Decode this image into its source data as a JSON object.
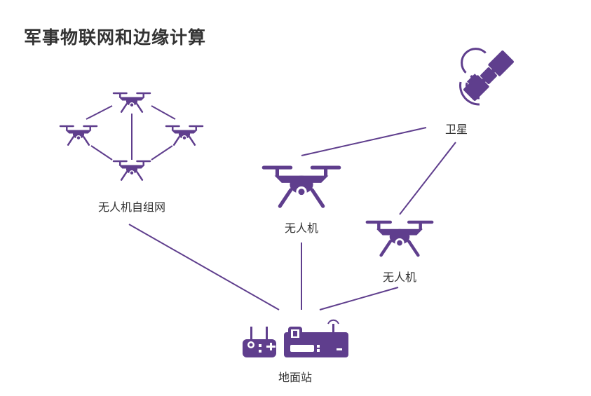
{
  "title": "军事物联网和边缘计算",
  "colors": {
    "accent": "#5f3e8d",
    "line": "#5f3e8d",
    "text": "#333333"
  },
  "nodes": {
    "satellite": {
      "label": "卫星",
      "icon": "satellite-icon"
    },
    "drone_top": {
      "label": "无人机",
      "icon": "drone-icon"
    },
    "drone_right": {
      "label": "无人机",
      "icon": "drone-icon"
    },
    "mesh": {
      "label": "无人机自组网",
      "icon": "drone-icon"
    },
    "ground": {
      "label": "地面站",
      "icon": "ground-station-icon"
    }
  }
}
